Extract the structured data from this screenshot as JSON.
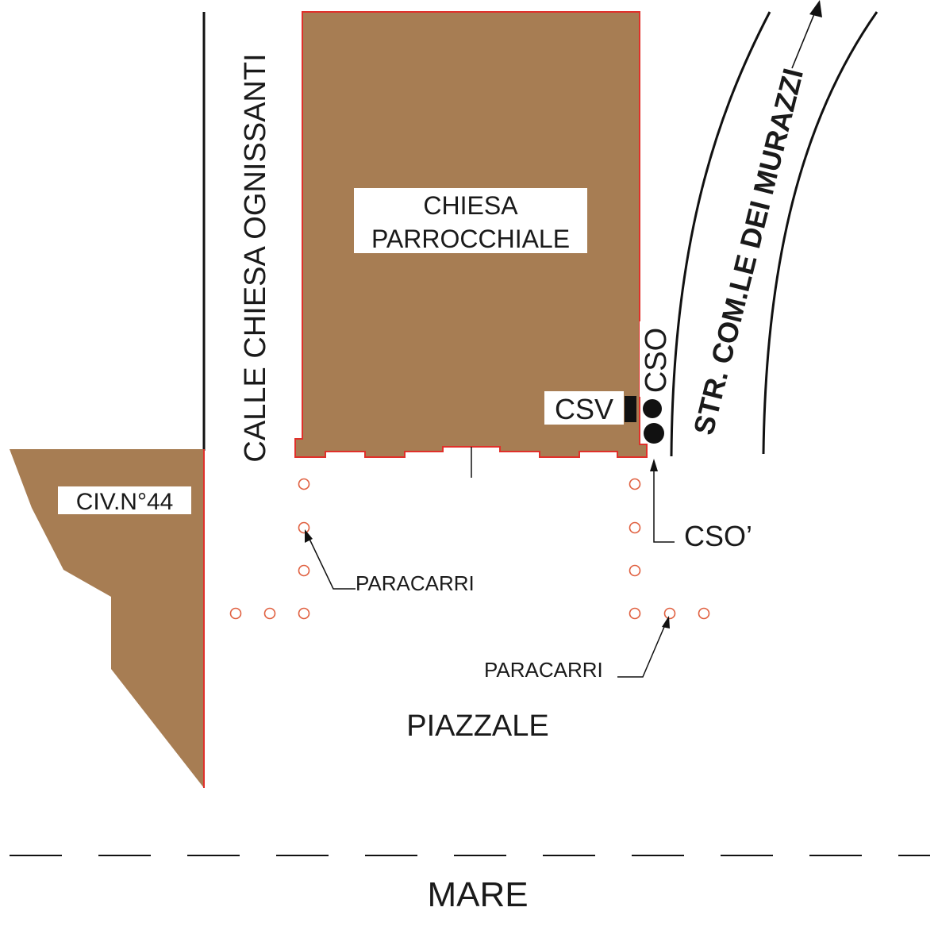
{
  "labels": {
    "church_line1": "CHIESA",
    "church_line2": "PARROCCHIALE",
    "civic": "CIV.N°44",
    "calle": "CALLE CHIESA OGNISSANTI",
    "strada": "STR. COM.LE DEI MURAZZI",
    "csv": "CSV",
    "cso": "CSO",
    "cso_prime": "CSO’",
    "paracarri_left": "PARACARRI",
    "paracarri_right": "PARACARRI",
    "piazzale": "PIAZZALE",
    "mare": "MARE"
  },
  "colors": {
    "building_fill": "#a77d53",
    "building_outline": "#e0302a",
    "bollard": "#e06040",
    "ink": "#111111"
  },
  "icons": {
    "bollard": "circle-outline-icon",
    "manhole": "filled-circle-icon",
    "valve": "filled-rect-icon",
    "direction_arrow": "arrow-icon"
  }
}
